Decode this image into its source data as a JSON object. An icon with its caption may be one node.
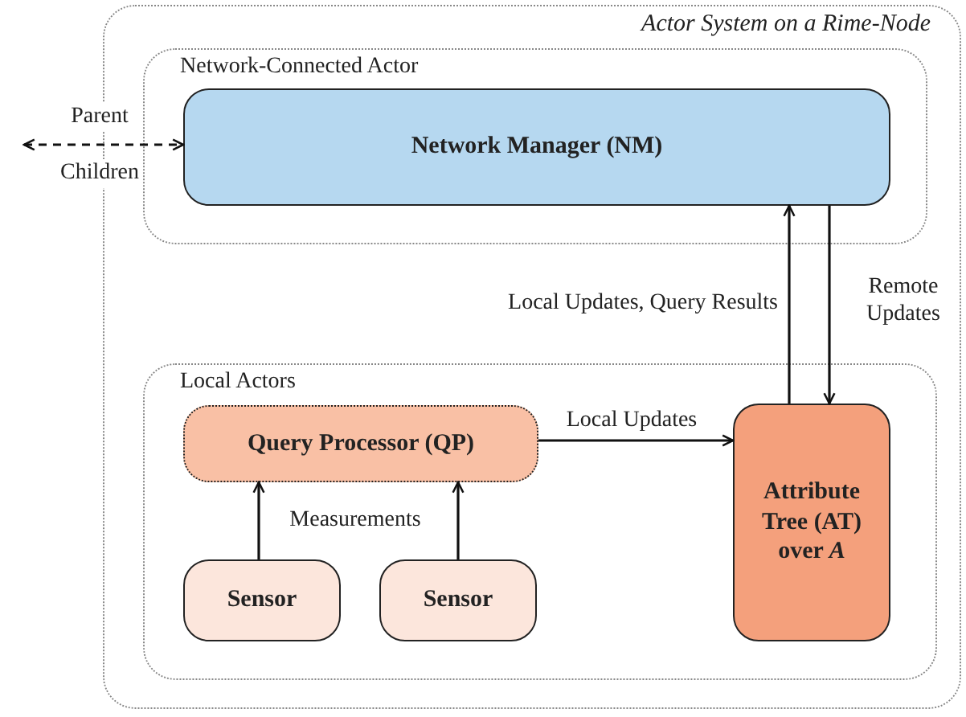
{
  "diagram": {
    "nodes": [
      {
        "text": [
          "Actor System on a Rime-Node"
        ]
      },
      {
        "text": [
          "Network-Connected Actor"
        ],
        "in": 0
      },
      {
        "text": [
          "Network Manager (NM)"
        ],
        "in": 1
      },
      {
        "text": [
          "Local Actors"
        ],
        "in": 0
      },
      {
        "text": [
          "Query Processor (QP)"
        ],
        "in": 3
      },
      {
        "text": [
          "Sensor"
        ],
        "in": 3
      },
      {
        "text": [
          "Sensor"
        ],
        "in": 3
      },
      {
        "text": [
          "Attribute Tree (AT) over *A*"
        ],
        "in": 3
      }
    ],
    "edges": [
      {
        "from": null,
        "to": 2,
        "arrow": "both",
        "style": "dashed",
        "label": "Parent"
      },
      {
        "from": 7,
        "to": 2,
        "arrow": "to",
        "label": "Local Updates, Query Results"
      },
      {
        "from": 2,
        "to": 7,
        "arrow": "to",
        "label": "Remote Updates"
      },
      {
        "from": 4,
        "to": 7,
        "arrow": "to",
        "label": "Local Updates"
      },
      {
        "from": 5,
        "to": 4,
        "arrow": "to",
        "label": "Measurements"
      },
      {
        "from": 6,
        "to": 4,
        "arrow": "to"
      }
    ],
    "labels": [
      "Children"
    ]
  }
}
